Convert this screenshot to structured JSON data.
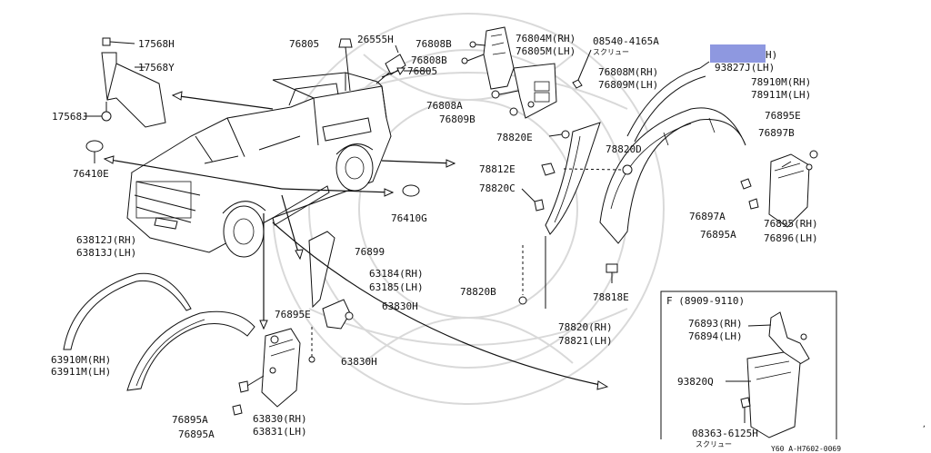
{
  "callouts": [
    {
      "id": "c17568h",
      "text": "17568H"
    },
    {
      "id": "c17568y",
      "text": "17568Y"
    },
    {
      "id": "c17568j",
      "text": "17568J"
    },
    {
      "id": "c76410e",
      "text": "76410E"
    },
    {
      "id": "c76805a",
      "text": "76805"
    },
    {
      "id": "c26555h",
      "text": "26555H"
    },
    {
      "id": "c76805b",
      "text": "76805"
    },
    {
      "id": "c76808b1",
      "text": "76808B"
    },
    {
      "id": "c76808b2",
      "text": "76808B"
    },
    {
      "id": "c76804m",
      "text": "76804M(RH)"
    },
    {
      "id": "c76805m",
      "text": "76805M(LH)"
    },
    {
      "id": "c08540",
      "text": "08540-4165A"
    },
    {
      "id": "c08540sub",
      "text": "スクリュー"
    },
    {
      "id": "c76808m",
      "text": "76808M(RH)"
    },
    {
      "id": "c76809m",
      "text": "76809M(LH)"
    },
    {
      "id": "c76808a",
      "text": "76808A"
    },
    {
      "id": "c76809b",
      "text": "76809B"
    },
    {
      "id": "c93826h",
      "text": "H)"
    },
    {
      "id": "c93827j",
      "text": "93827J(LH)"
    },
    {
      "id": "c78910m",
      "text": "78910M(RH)"
    },
    {
      "id": "c78911m",
      "text": "78911M(LH)"
    },
    {
      "id": "c76895e1",
      "text": "76895E"
    },
    {
      "id": "c76897b",
      "text": "76897B"
    },
    {
      "id": "c78820e",
      "text": "78820E"
    },
    {
      "id": "c78820d",
      "text": "78820D"
    },
    {
      "id": "c78812e",
      "text": "78812E"
    },
    {
      "id": "c78820c",
      "text": "78820C"
    },
    {
      "id": "c76410g",
      "text": "76410G"
    },
    {
      "id": "c76897a",
      "text": "76897A"
    },
    {
      "id": "c76895rh",
      "text": "76895(RH)"
    },
    {
      "id": "c76895a1",
      "text": "76895A"
    },
    {
      "id": "c76896lh",
      "text": "76896(LH)"
    },
    {
      "id": "c63812j",
      "text": "63812J(RH)"
    },
    {
      "id": "c63813j",
      "text": "63813J(LH)"
    },
    {
      "id": "c76899",
      "text": "76899"
    },
    {
      "id": "c63184",
      "text": "63184(RH)"
    },
    {
      "id": "c63185",
      "text": "63185(LH)"
    },
    {
      "id": "c63830h1",
      "text": "63830H"
    },
    {
      "id": "c76895e2",
      "text": "76895E"
    },
    {
      "id": "c63830h2",
      "text": "63830H"
    },
    {
      "id": "c63910m",
      "text": "63910M(RH)"
    },
    {
      "id": "c63911m",
      "text": "63911M(LH)"
    },
    {
      "id": "c76895a2",
      "text": "76895A"
    },
    {
      "id": "c76895a3",
      "text": "76895A"
    },
    {
      "id": "c63830rh",
      "text": "63830(RH)"
    },
    {
      "id": "c63831lh",
      "text": "63831(LH)"
    },
    {
      "id": "c78820b",
      "text": "78820B"
    },
    {
      "id": "c78818e",
      "text": "78818E"
    },
    {
      "id": "c78820rh",
      "text": "78820(RH)"
    },
    {
      "id": "c78821lh",
      "text": "78821(LH)"
    }
  ],
  "inset": {
    "title": "F (8909-9110)",
    "callouts": [
      {
        "id": "i76893",
        "text": "76893(RH)"
      },
      {
        "id": "i76894",
        "text": "76894(LH)"
      },
      {
        "id": "i93820",
        "text": "93820Q"
      },
      {
        "id": "i08363",
        "text": "08363-6125H"
      },
      {
        "id": "i08363sub",
        "text": "スクリュー"
      }
    ]
  },
  "diagram_code": "Y60 A-H7602-0069",
  "colors": {
    "redaction": "#8e98e0",
    "ink": "#111111",
    "watermark": "#d9d9d9"
  }
}
